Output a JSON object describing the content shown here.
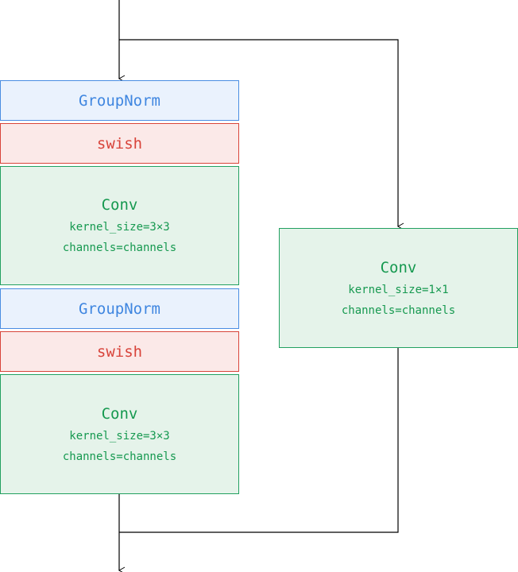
{
  "colors": {
    "norm": "#3f86e0",
    "activation": "#d8433a",
    "conv": "#169950",
    "edges": "#000000"
  },
  "main_path": {
    "groupnorm_1": {
      "label": "GroupNorm"
    },
    "swish_1": {
      "label": "swish"
    },
    "conv_1": {
      "label": "Conv",
      "kernel": "kernel_size=3×3",
      "channels": "channels=channels"
    },
    "groupnorm_2": {
      "label": "GroupNorm"
    },
    "swish_2": {
      "label": "swish"
    },
    "conv_2": {
      "label": "Conv",
      "kernel": "kernel_size=3×3",
      "channels": "channels=channels"
    }
  },
  "shortcut": {
    "conv": {
      "label": "Conv",
      "kernel": "kernel_size=1×1",
      "channels": "channels=channels"
    }
  }
}
